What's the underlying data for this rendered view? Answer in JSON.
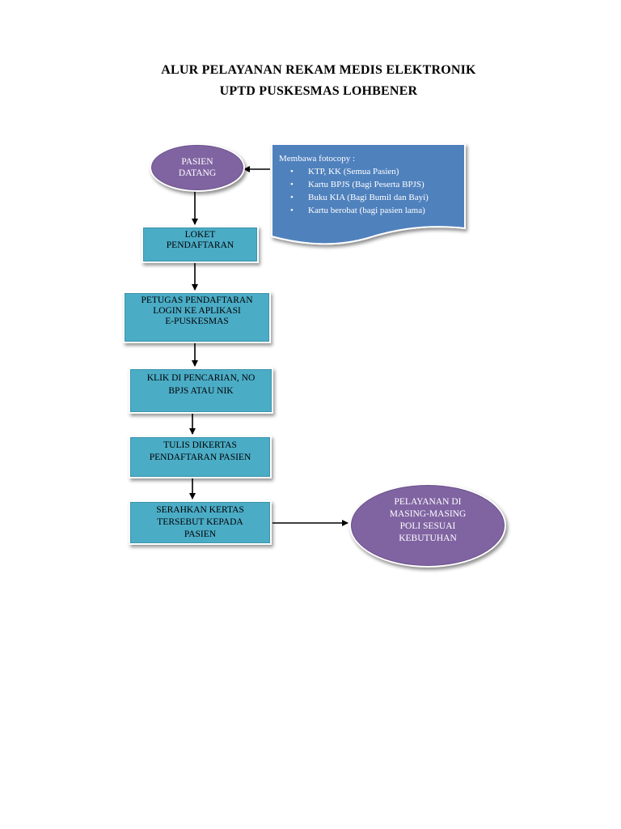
{
  "title": {
    "line1": "ALUR PELAYANAN REKAM MEDIS ELEKTRONIK",
    "line2": "UPTD PUSKESMAS LOHBENER"
  },
  "nodes": {
    "start": "PASIEN\nDATANG",
    "loket": "LOKET\nPENDAFTARAN",
    "petugas": "PETUGAS PENDAFTARAN\nLOGIN KE APLIKASI\nE-PUSKESMAS",
    "klik": "KLIK  DI PENCARIAN, NO\nBPJS ATAU NIK",
    "tulis": "TULIS DIKERTAS\nPENDAFTARAN PASIEN",
    "serahkan": "SERAHKAN KERTAS\nTERSEBUT KEPADA\nPASIEN",
    "end": "PELAYANAN DI\nMASING-MASING\nPOLI SESUAI\nKEBUTUHAN"
  },
  "note": {
    "heading": "Membawa fotocopy :",
    "items": [
      "KTP, KK (Semua Pasien)",
      "Kartu BPJS (Bagi Peserta BPJS)",
      "Buku KIA (Bagi Bumil dan Bayi)",
      "Kartu berobat (bagi pasien lama)"
    ]
  },
  "colors": {
    "process_box": "#4bacc6",
    "terminal_ellipse": "#8064a2",
    "note_document": "#4f81bd",
    "arrow": "#000000"
  }
}
